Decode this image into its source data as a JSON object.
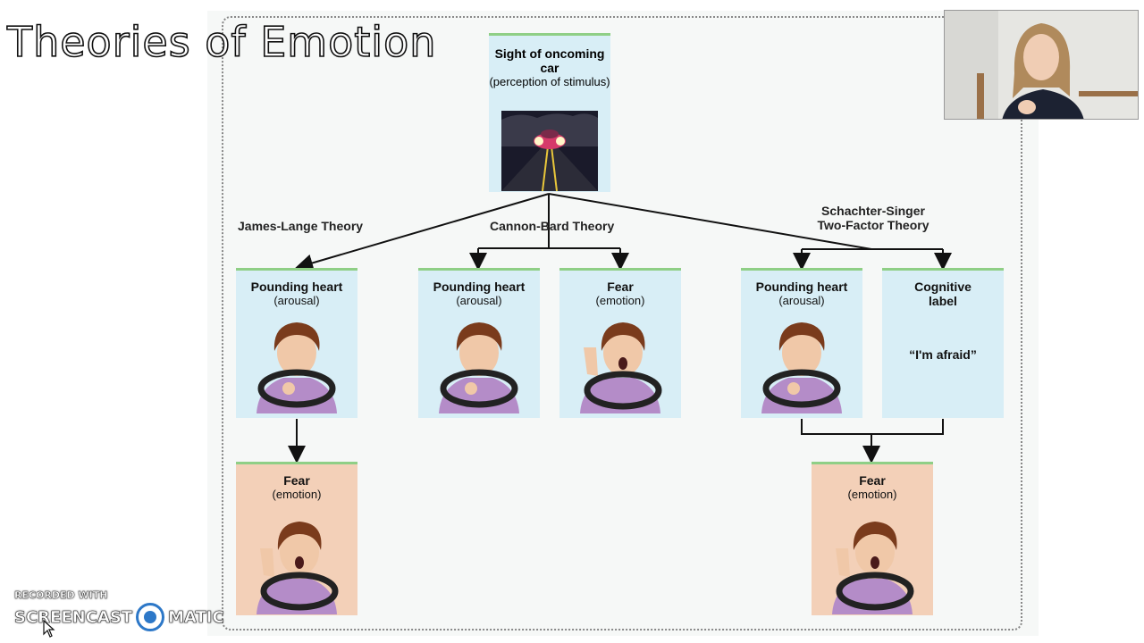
{
  "slide": {
    "title": "Theories of Emotion"
  },
  "stimulus": {
    "title": "Sight of oncoming car",
    "subtitle": "(perception of stimulus)"
  },
  "theories": {
    "james_lange": "James-Lange Theory",
    "cannon_bard": "Cannon-Bard Theory",
    "schachter_singer_1": "Schachter-Singer",
    "schachter_singer_2": "Two-Factor Theory"
  },
  "boxes": {
    "jl_arousal": {
      "title": "Pounding heart",
      "subtitle": "(arousal)"
    },
    "jl_fear": {
      "title": "Fear",
      "subtitle": "(emotion)"
    },
    "cb_arousal": {
      "title": "Pounding heart",
      "subtitle": "(arousal)"
    },
    "cb_fear": {
      "title": "Fear",
      "subtitle": "(emotion)"
    },
    "ss_arousal": {
      "title": "Pounding heart",
      "subtitle": "(arousal)"
    },
    "ss_label": {
      "title": "Cognitive label",
      "quote": "“I'm afraid”"
    },
    "ss_fear": {
      "title": "Fear",
      "subtitle": "(emotion)"
    }
  },
  "watermark": {
    "line1": "RECORDED WITH",
    "line2a": "SCREENCAST",
    "line2b": "MATIC"
  },
  "colors": {
    "box_blue": "#d8eef6",
    "box_peach": "#f3d0b8",
    "accent_green": "#8fcf86",
    "shirt": "#b48cc8",
    "hair": "#7a3b1c"
  },
  "icons": [
    "car-headlights-icon",
    "person-driving-icon",
    "person-afraid-icon",
    "screencast-logo-icon",
    "cursor-icon"
  ]
}
